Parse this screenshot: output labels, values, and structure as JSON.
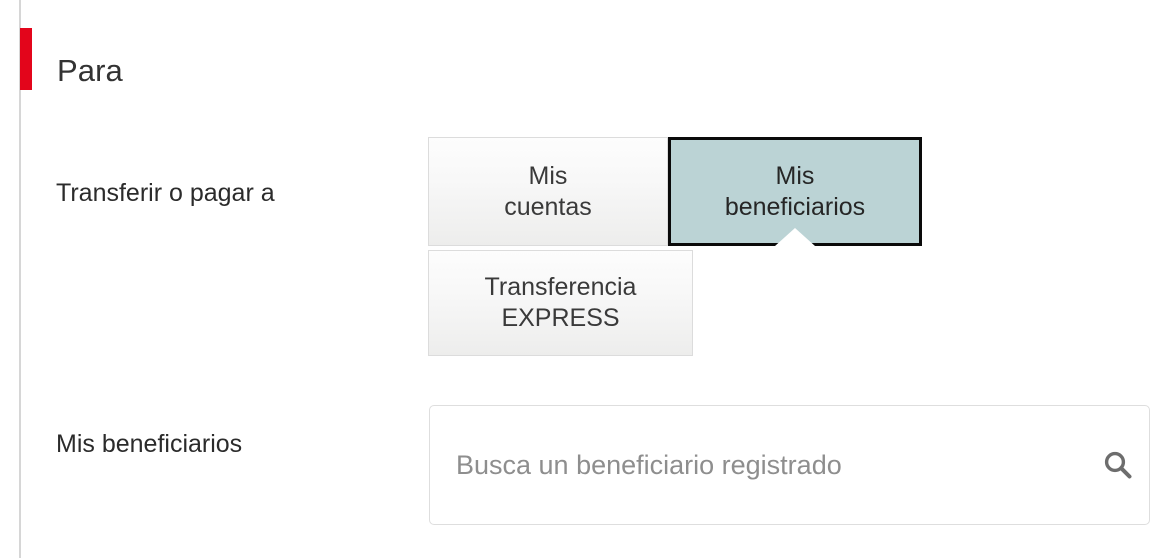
{
  "section": {
    "title": "Para",
    "accent_color": "#e3051b",
    "rail_color": "#d6d6d6"
  },
  "fields": {
    "transfer_to_label": "Transferir o pagar a",
    "beneficiaries_label": "Mis beneficiarios"
  },
  "tabs": {
    "selected_color": "#bbd3d5",
    "items": [
      {
        "id": "mis-cuentas",
        "line1": "Mis",
        "line2": "cuentas",
        "selected": false
      },
      {
        "id": "mis-beneficiarios",
        "line1": "Mis",
        "line2": "beneficiarios",
        "selected": true
      },
      {
        "id": "transferencia-express",
        "line1": "Transferencia",
        "line2": "EXPRESS",
        "selected": false
      }
    ]
  },
  "search": {
    "placeholder": "Busca un beneficiario registrado",
    "value": "",
    "icon": "search-icon"
  }
}
